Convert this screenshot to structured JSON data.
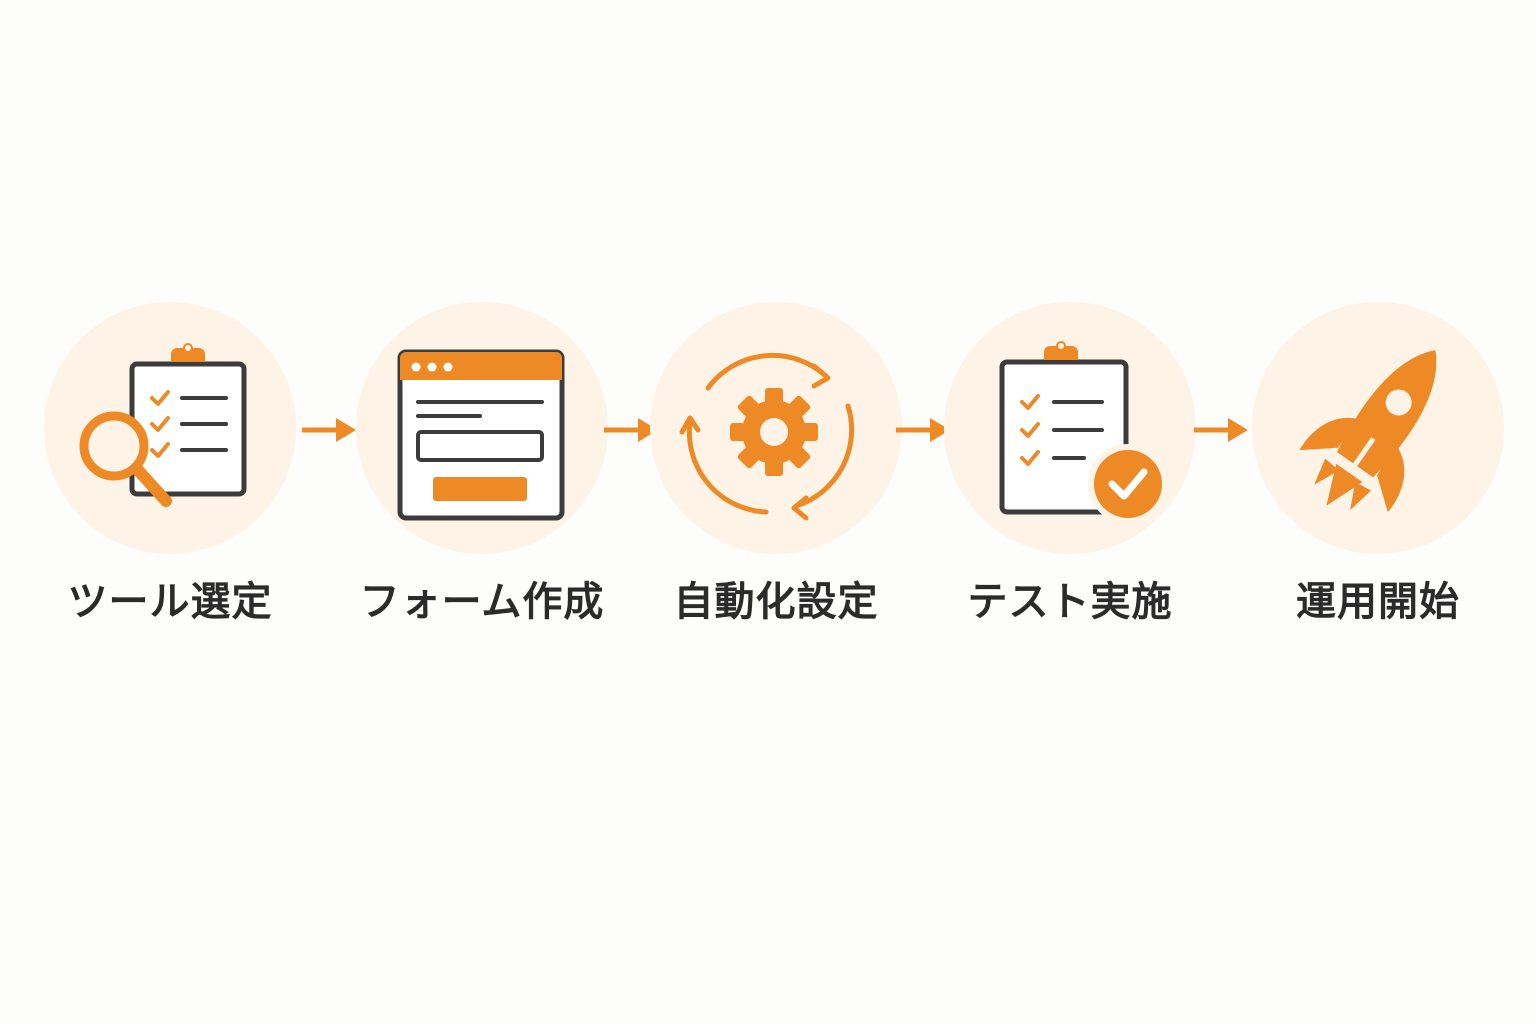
{
  "colors": {
    "accent": "#ee8a26",
    "dark": "#3c3c3c",
    "circle_bg": "#fdf3e7",
    "background": "#fdfdfc"
  },
  "steps": [
    {
      "label": "ツール選定",
      "icon": "clipboard-search-icon"
    },
    {
      "label": "フォーム作成",
      "icon": "web-form-icon"
    },
    {
      "label": "自動化設定",
      "icon": "gear-cycle-icon"
    },
    {
      "label": "テスト実施",
      "icon": "clipboard-check-icon"
    },
    {
      "label": "運用開始",
      "icon": "rocket-icon"
    }
  ]
}
